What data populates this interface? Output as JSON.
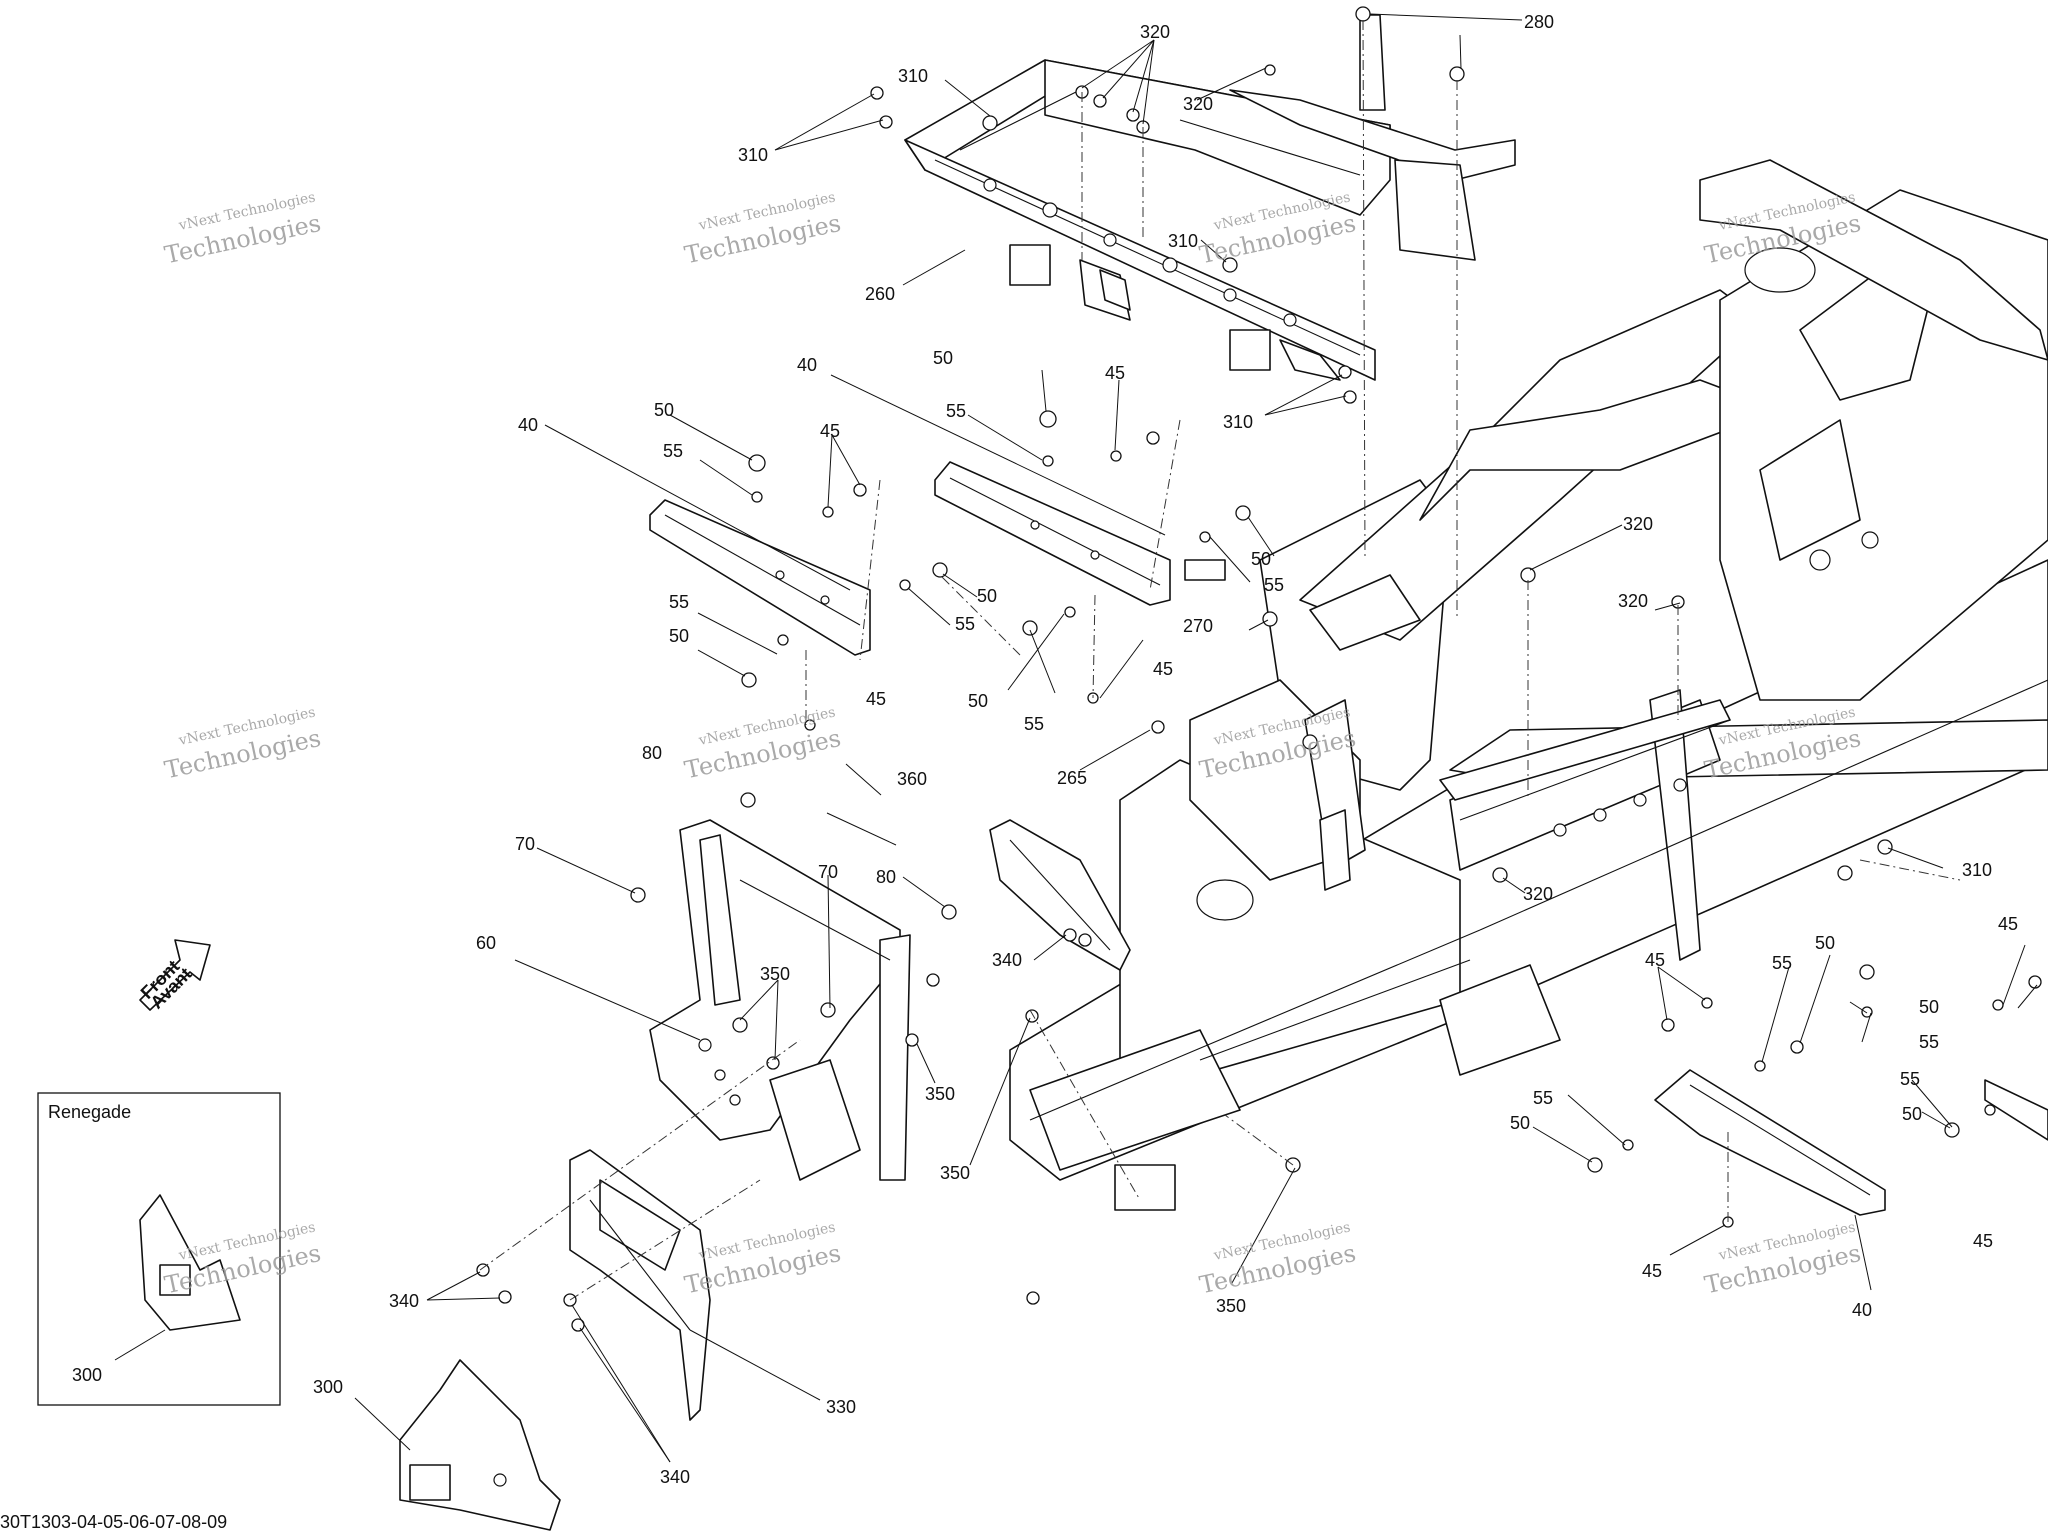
{
  "diagram_id": "30T1303-04-05-06-07-08-09",
  "inset_label": "Renegade",
  "arrow_text": [
    "Front",
    "Avant"
  ],
  "watermark": [
    "vNext Technologies",
    "Technologies"
  ],
  "callouts": [
    "320",
    "280",
    "310",
    "310",
    "320",
    "310",
    "260",
    "310",
    "40",
    "50",
    "55",
    "45",
    "40",
    "50",
    "55",
    "45",
    "50",
    "55",
    "50",
    "55",
    "55",
    "50",
    "45",
    "50",
    "55",
    "45",
    "270",
    "265",
    "320",
    "320",
    "80",
    "360",
    "70",
    "70",
    "80",
    "350",
    "60",
    "340",
    "350",
    "350",
    "320",
    "310",
    "50",
    "45",
    "55",
    "50",
    "45",
    "55",
    "55",
    "50",
    "55",
    "50",
    "45",
    "45",
    "40",
    "300",
    "340",
    "300",
    "330",
    "340",
    "350"
  ]
}
